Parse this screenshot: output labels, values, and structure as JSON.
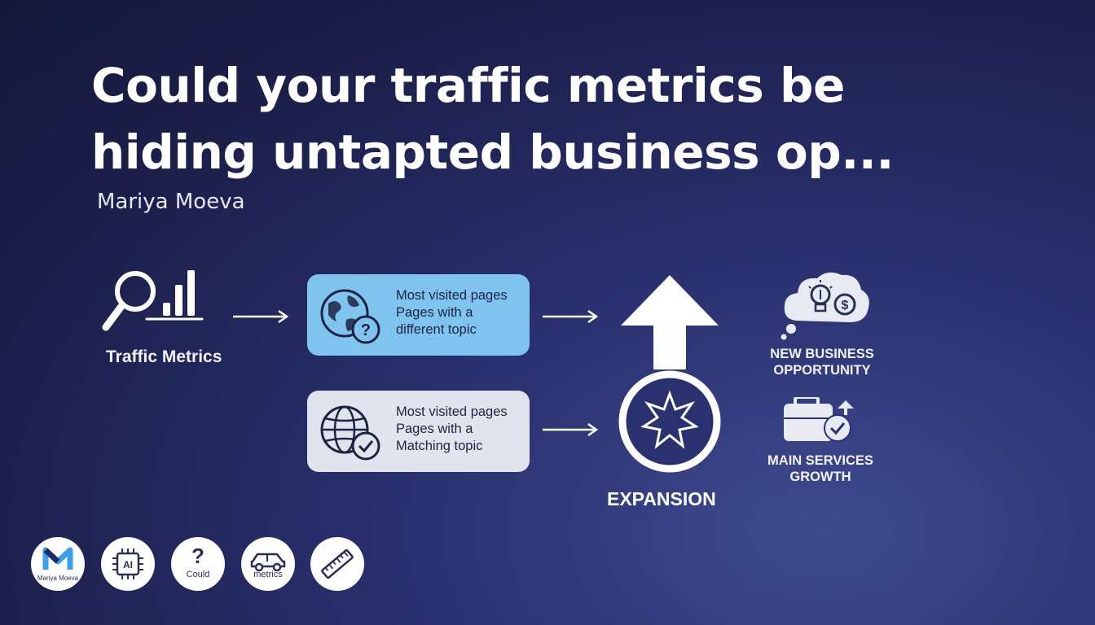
{
  "title": {
    "line1": "Could your traffic metrics be",
    "line2": "hiding untapted business op..."
  },
  "author": "Mariya Moeva",
  "traffic": {
    "label": "Traffic Metrics",
    "icon": "magnifier-bar-chart-icon"
  },
  "cards": [
    {
      "style": "blue",
      "color": "#7fc3ef",
      "icon": "globe-question-icon",
      "lines": [
        "Most visited pages",
        "Pages with a",
        "different topic"
      ]
    },
    {
      "style": "gray",
      "color": "#e1e4ec",
      "icon": "globe-check-icon",
      "lines": [
        "Most visited pages",
        "Pages with a",
        "Matching topic"
      ]
    }
  ],
  "expansion": {
    "label": "EXPANSION",
    "icon": "up-arrow-starburst-icon"
  },
  "outcomes": [
    {
      "icon": "thought-cloud-lightbulb-dollar-icon",
      "line1": "NEW BUSINESS",
      "line2": "OPPORTUNITY"
    },
    {
      "icon": "briefcase-check-icon",
      "line1": "MAIN SERVICES",
      "line2": "GROWTH"
    }
  ],
  "chips": [
    {
      "icon": "m-logo-icon",
      "caption": "Mariya Moeva"
    },
    {
      "icon": "ai-chip-icon",
      "label": "AI"
    },
    {
      "icon": "question-mark-icon",
      "label": "?",
      "caption": "Could"
    },
    {
      "icon": "car-icon",
      "caption": "metrics"
    },
    {
      "icon": "ruler-icon"
    }
  ],
  "colors": {
    "background": "#1b1f4a",
    "accent_blue": "#7fc3ef",
    "logo_blue": "#3aa0e8",
    "dark_text": "#1d2340"
  }
}
